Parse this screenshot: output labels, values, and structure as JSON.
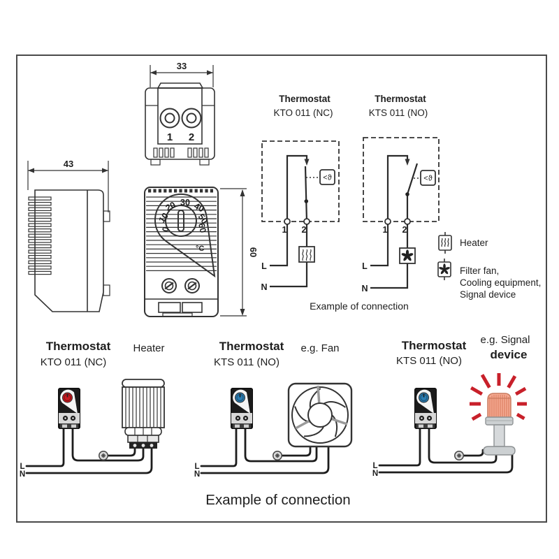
{
  "page": {
    "caption_bottom": "Example of connection"
  },
  "dimension_drawings": {
    "top_view": {
      "width_label": "33",
      "terminal_1": "1",
      "terminal_2": "2"
    },
    "side_view": {
      "width_label": "43"
    },
    "front_view": {
      "height_label": "60",
      "unit_label": "°C",
      "dial_numbers": [
        "20",
        "30",
        "40",
        "10",
        "50",
        "0",
        "60"
      ]
    }
  },
  "schematics": {
    "caption": "Example of connection",
    "circuits": [
      {
        "title": "Thermostat",
        "model": "KTO 011 (NC)",
        "terminal_1": "1",
        "terminal_2": "2",
        "line_label": "L",
        "neutral_label": "N",
        "sensor_label": "<ϑ"
      },
      {
        "title": "Thermostat",
        "model": "KTS 011 (NO)",
        "terminal_1": "1",
        "terminal_2": "2",
        "line_label": "L",
        "neutral_label": "N",
        "sensor_label": "<ϑ"
      }
    ],
    "legend": {
      "heater_label": "Heater",
      "fan_label_1": "Filter fan,",
      "fan_label_2": "Cooling equipment,",
      "fan_label_3": "Signal device"
    }
  },
  "examples": {
    "items": [
      {
        "title": "Thermostat",
        "model": "KTO 011 (NC)",
        "device_label": "Heater",
        "line_label": "L",
        "neutral_label": "N"
      },
      {
        "title": "Thermostat",
        "model": "KTS 011 (NO)",
        "device_label": "e.g. Fan",
        "line_label": "L",
        "neutral_label": "N"
      },
      {
        "title": "Thermostat",
        "model": "KTS 011 (NO)",
        "device_label": "e.g. Signal",
        "device_label_2": "device",
        "line_label": "L",
        "neutral_label": "N"
      }
    ]
  },
  "colors": {
    "line_art": "#333333",
    "ray_red": "#c8202a",
    "dial_red": "#c8191f",
    "dial_blue": "#2b7db2",
    "beacon_body": "#f5ab93"
  }
}
